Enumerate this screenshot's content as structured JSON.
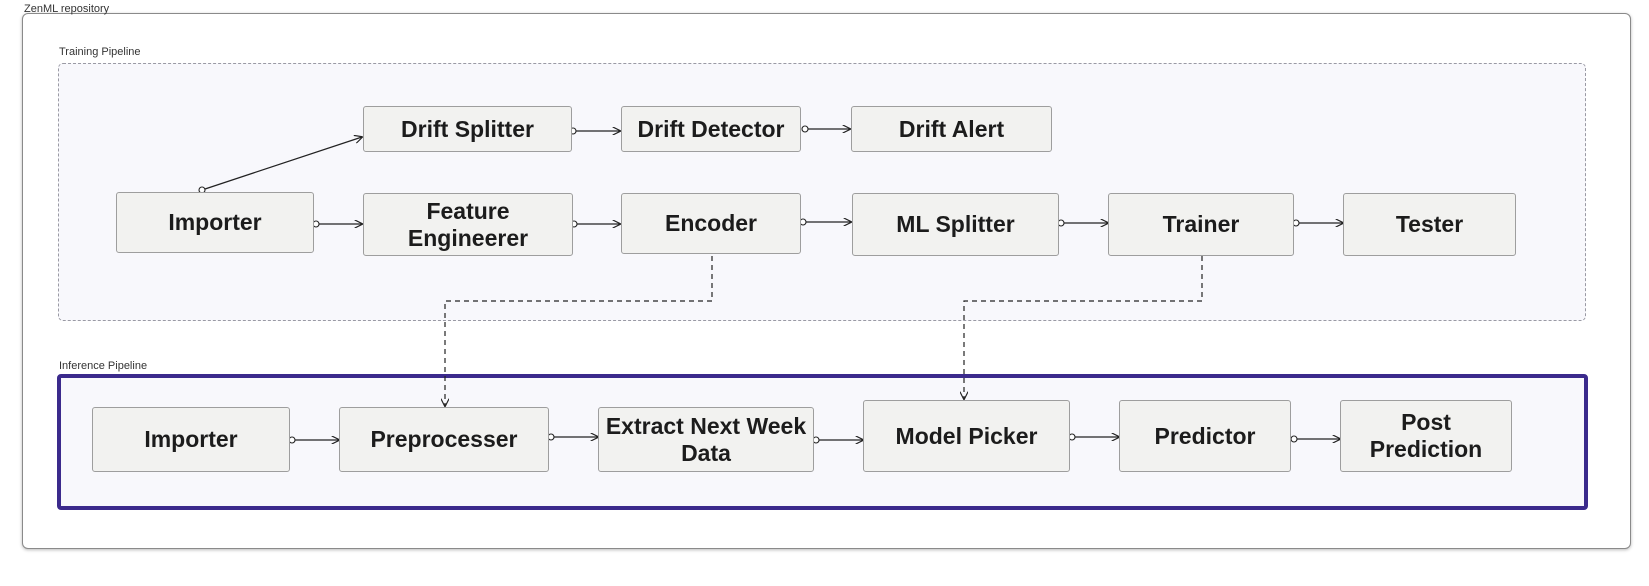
{
  "repository": {
    "label": "ZenML repository"
  },
  "training_pipeline": {
    "label": "Training Pipeline",
    "steps": {
      "drift_splitter": "Drift Splitter",
      "drift_detector": "Drift Detector",
      "drift_alert": "Drift Alert",
      "importer": "Importer",
      "feature_engineerer": "Feature Engineerer",
      "encoder": "Encoder",
      "ml_splitter": "ML Splitter",
      "trainer": "Trainer",
      "tester": "Tester"
    }
  },
  "inference_pipeline": {
    "label": "Inference Pipeline",
    "steps": {
      "importer": "Importer",
      "preprocesser": "Preprocesser",
      "extract_next_week_data": "Extract Next Week Data",
      "model_picker": "Model Picker",
      "predictor": "Predictor",
      "post_prediction": "Post Prediction"
    }
  },
  "colors": {
    "inference_border": "#3b2a8c",
    "node_fill": "#f2f2f0",
    "group_fill": "#f8f8fc"
  }
}
